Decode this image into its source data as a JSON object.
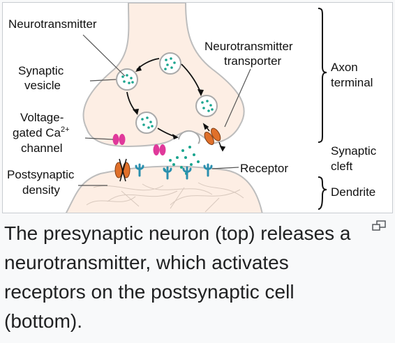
{
  "diagram": {
    "labels": {
      "neurotransmitter": "Neurotransmitter",
      "synaptic_vesicle_1": "Synaptic",
      "synaptic_vesicle_2": "vesicle",
      "vg_1": "Voltage-",
      "vg_2": "gated Ca",
      "vg_sup": "2+",
      "vg_3": "channel",
      "postsyn_1": "Postsynaptic",
      "postsyn_2": "density",
      "transporter_1": "Neurotransmitter",
      "transporter_2": "transporter",
      "receptor": "Receptor",
      "axon_1": "Axon",
      "axon_2": "terminal",
      "cleft_1": "Synaptic",
      "cleft_2": "cleft",
      "dendrite": "Dendrite"
    },
    "colors": {
      "cell_fill": "#fdeee4",
      "cell_stroke": "#bdbdbd",
      "vesicle_dot": "#1aa58f",
      "calcium_channel": "#e0399b",
      "transporter": "#e0702a",
      "receptor": "#2a8fae"
    }
  },
  "caption": {
    "text": "The presynaptic neuron (top) releases a neurotransmitter, which activates receptors on the postsynaptic cell (bottom)."
  },
  "controls": {
    "enlarge_icon": "enlarge-icon"
  }
}
